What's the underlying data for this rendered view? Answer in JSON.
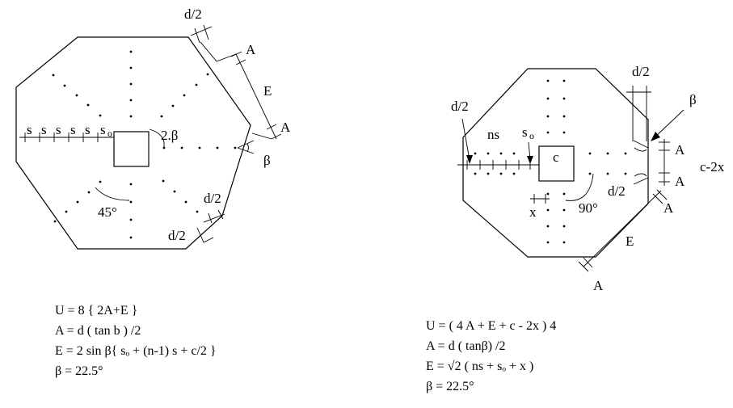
{
  "left": {
    "labels": {
      "half_d_top": "d/2",
      "A_top": "A",
      "E": "E",
      "A_mid": "A",
      "beta": "β",
      "two_beta": "2.β",
      "s_label": "s",
      "so_main": "s",
      "so_sub": "o",
      "angle45": "45°",
      "half_d_r1": "d/2",
      "half_d_r2": "d/2"
    },
    "equations": [
      "U = 8 { 2A+E }",
      "A = d ( tan b ) /2",
      "E = 2 sin β{ sₒ + (n-1) s + c/2 }",
      "β = 22.5°"
    ]
  },
  "right": {
    "labels": {
      "half_d_left": "d/2",
      "ns": "ns",
      "so_main": "s",
      "so_sub": "o",
      "c": "c",
      "half_d_top": "d/2",
      "beta": "β",
      "A_r1": "A",
      "A_r2": "A",
      "c_minus_2x": "c-2x",
      "half_d_inner": "d/2",
      "x": "x",
      "angle90": "90°",
      "A_r3": "A",
      "E": "E",
      "A_bottom": "A"
    },
    "equations": [
      "U = ( 4 A + E + c - 2x ) 4",
      "A = d ( tanβ) /2",
      "E = √2  ( ns + sₒ + x )",
      "β = 22.5°"
    ]
  }
}
